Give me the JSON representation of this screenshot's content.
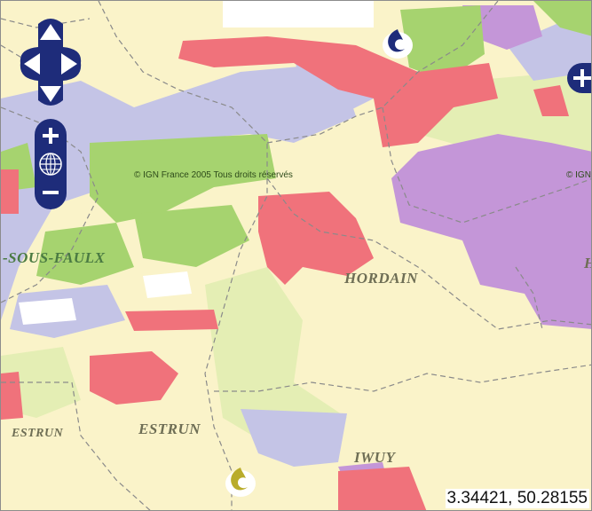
{
  "map": {
    "copyright_left": "© IGN France 2005 Tous droits réservés",
    "copyright_right": "© IGN",
    "places": {
      "sous_faulx": "-SOUS-FAULX",
      "hordain": "HORDAIN",
      "estrun_left": "ESTRUN",
      "estrun_mid": "ESTRUN",
      "iwuy": "IWUY",
      "edge_h": "H"
    },
    "coordinates": "3.34421, 50.28155"
  },
  "colors": {
    "background": "#faf3c9",
    "red": "#f0727b",
    "green": "#a6d36f",
    "lavender": "#c4c4e6",
    "purple": "#c496d8",
    "light_green": "#e4eeb4",
    "control": "#1e2c7a"
  },
  "controls": {
    "pan_icons": [
      "arrow-up-icon",
      "arrow-left-icon",
      "arrow-right-icon",
      "arrow-down-icon"
    ],
    "zoom_icons": [
      "zoom-in-icon",
      "globe-icon",
      "zoom-out-icon"
    ],
    "layer_switcher_icon": "plus-icon"
  }
}
